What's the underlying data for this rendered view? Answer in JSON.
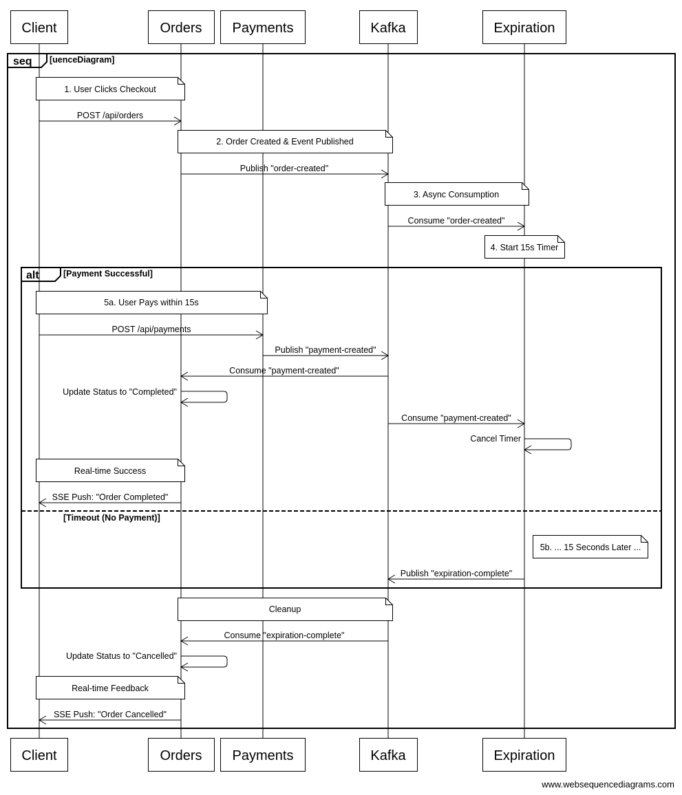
{
  "participants": [
    "Client",
    "Orders",
    "Payments",
    "Kafka",
    "Expiration"
  ],
  "outer_frame": {
    "tag": "seq",
    "label": "[uenceDiagram]"
  },
  "notes": {
    "n1": "1. User Clicks Checkout",
    "n2": "2. Order Created & Event Published",
    "n3": "3. Async Consumption",
    "n4": "4. Start 15s Timer",
    "n5a": "5a. User Pays within 15s",
    "success": "Real-time Success",
    "n5b": "5b. ... 15 Seconds Later ...",
    "cleanup": "Cleanup",
    "feedback": "Real-time Feedback"
  },
  "messages": {
    "m1": "POST /api/orders",
    "m2": "Publish \"order-created\"",
    "m3": "Consume \"order-created\"",
    "m4": "POST /api/payments",
    "m5": "Publish \"payment-created\"",
    "m6": "Consume \"payment-created\"",
    "m7": "Update Status to \"Completed\"",
    "m8": "Consume \"payment-created\"",
    "m9": "Cancel Timer",
    "m10": "SSE Push: \"Order Completed\"",
    "m11": "Publish \"expiration-complete\"",
    "m12": "Consume \"expiration-complete\"",
    "m13": "Update Status to \"Cancelled\"",
    "m14": "SSE Push: \"Order Cancelled\""
  },
  "alt_frame": {
    "tag": "alt",
    "guard1": "[Payment Successful]",
    "guard2": "[Timeout (No Payment)]"
  },
  "footer": "www.websequencediagrams.com"
}
